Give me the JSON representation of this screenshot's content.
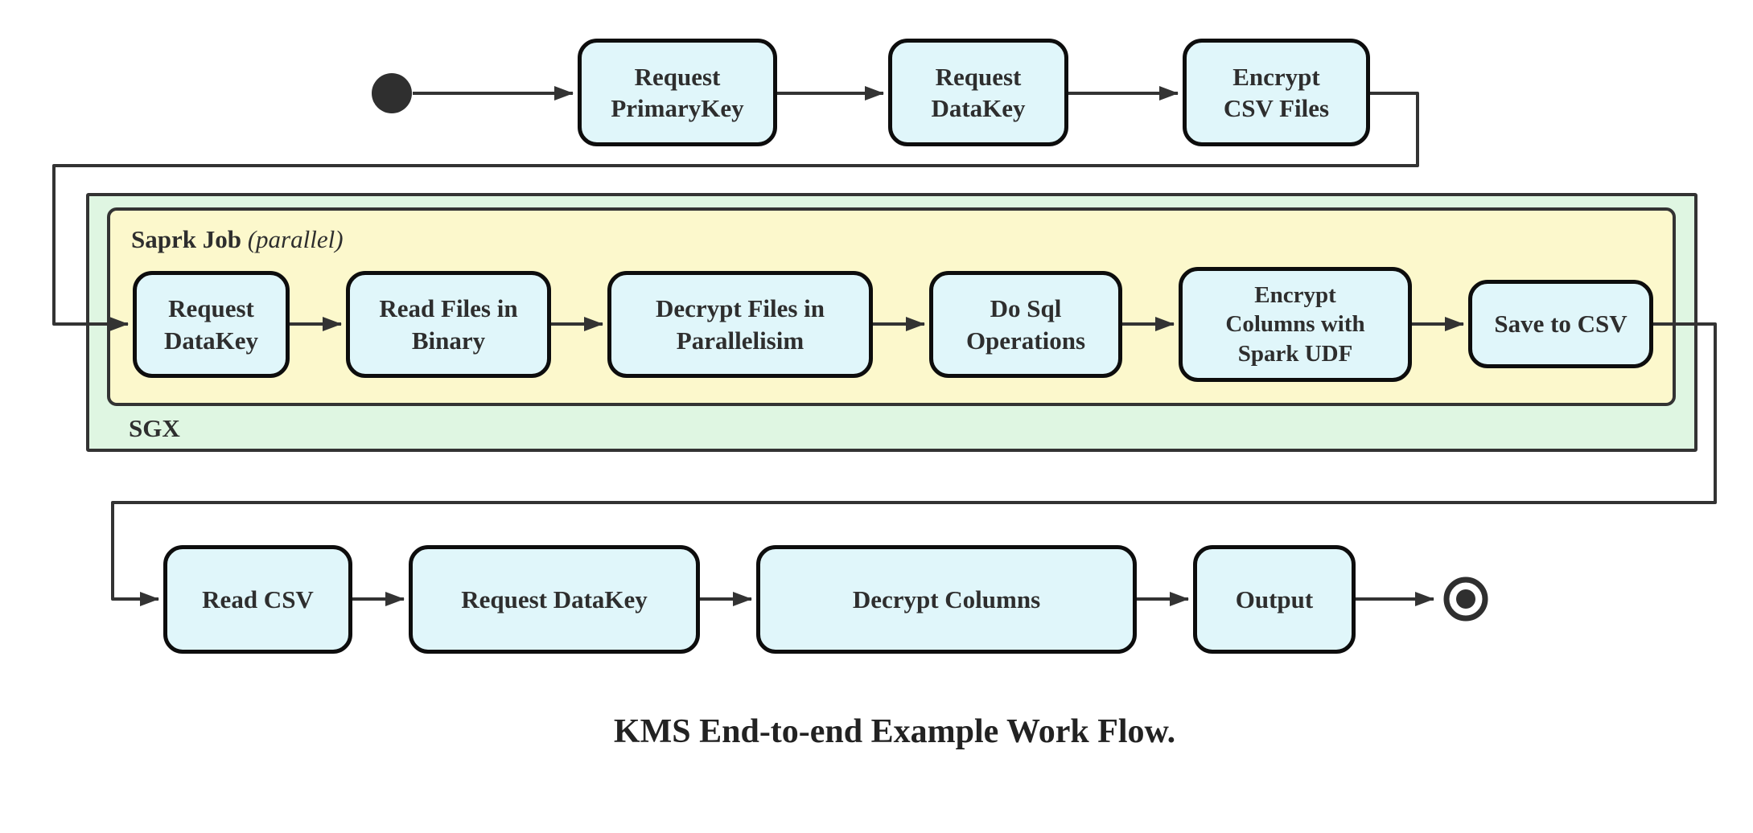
{
  "caption": "KMS End-to-end Example Work Flow.",
  "colors": {
    "node_fill": "#E0F6FA",
    "node_border": "#0D0D0D",
    "sgx_fill": "#DFF6E2",
    "spark_fill": "#FCF8CC",
    "container_border": "#333333",
    "edge": "#333333",
    "text": "#2E2E2E"
  },
  "containers": {
    "sgx": {
      "label": "SGX"
    },
    "spark": {
      "label": "Saprk Job",
      "qualifier": "(parallel)"
    }
  },
  "nodes": {
    "top": [
      {
        "label": "Request\nPrimaryKey"
      },
      {
        "label": "Request\nDataKey"
      },
      {
        "label": "Encrypt\nCSV Files"
      }
    ],
    "spark": [
      {
        "label": "Request\nDataKey"
      },
      {
        "label": "Read Files in\nBinary"
      },
      {
        "label": "Decrypt Files in\nParallelisim"
      },
      {
        "label": "Do Sql\nOperations"
      },
      {
        "label": "Encrypt\nColumns with\nSpark UDF"
      },
      {
        "label": "Save to CSV"
      }
    ],
    "bottom": [
      {
        "label": "Read CSV"
      },
      {
        "label": "Request DataKey"
      },
      {
        "label": "Decrypt Columns"
      },
      {
        "label": "Output"
      }
    ]
  },
  "markers": {
    "start": "start-state",
    "end": "end-state"
  }
}
